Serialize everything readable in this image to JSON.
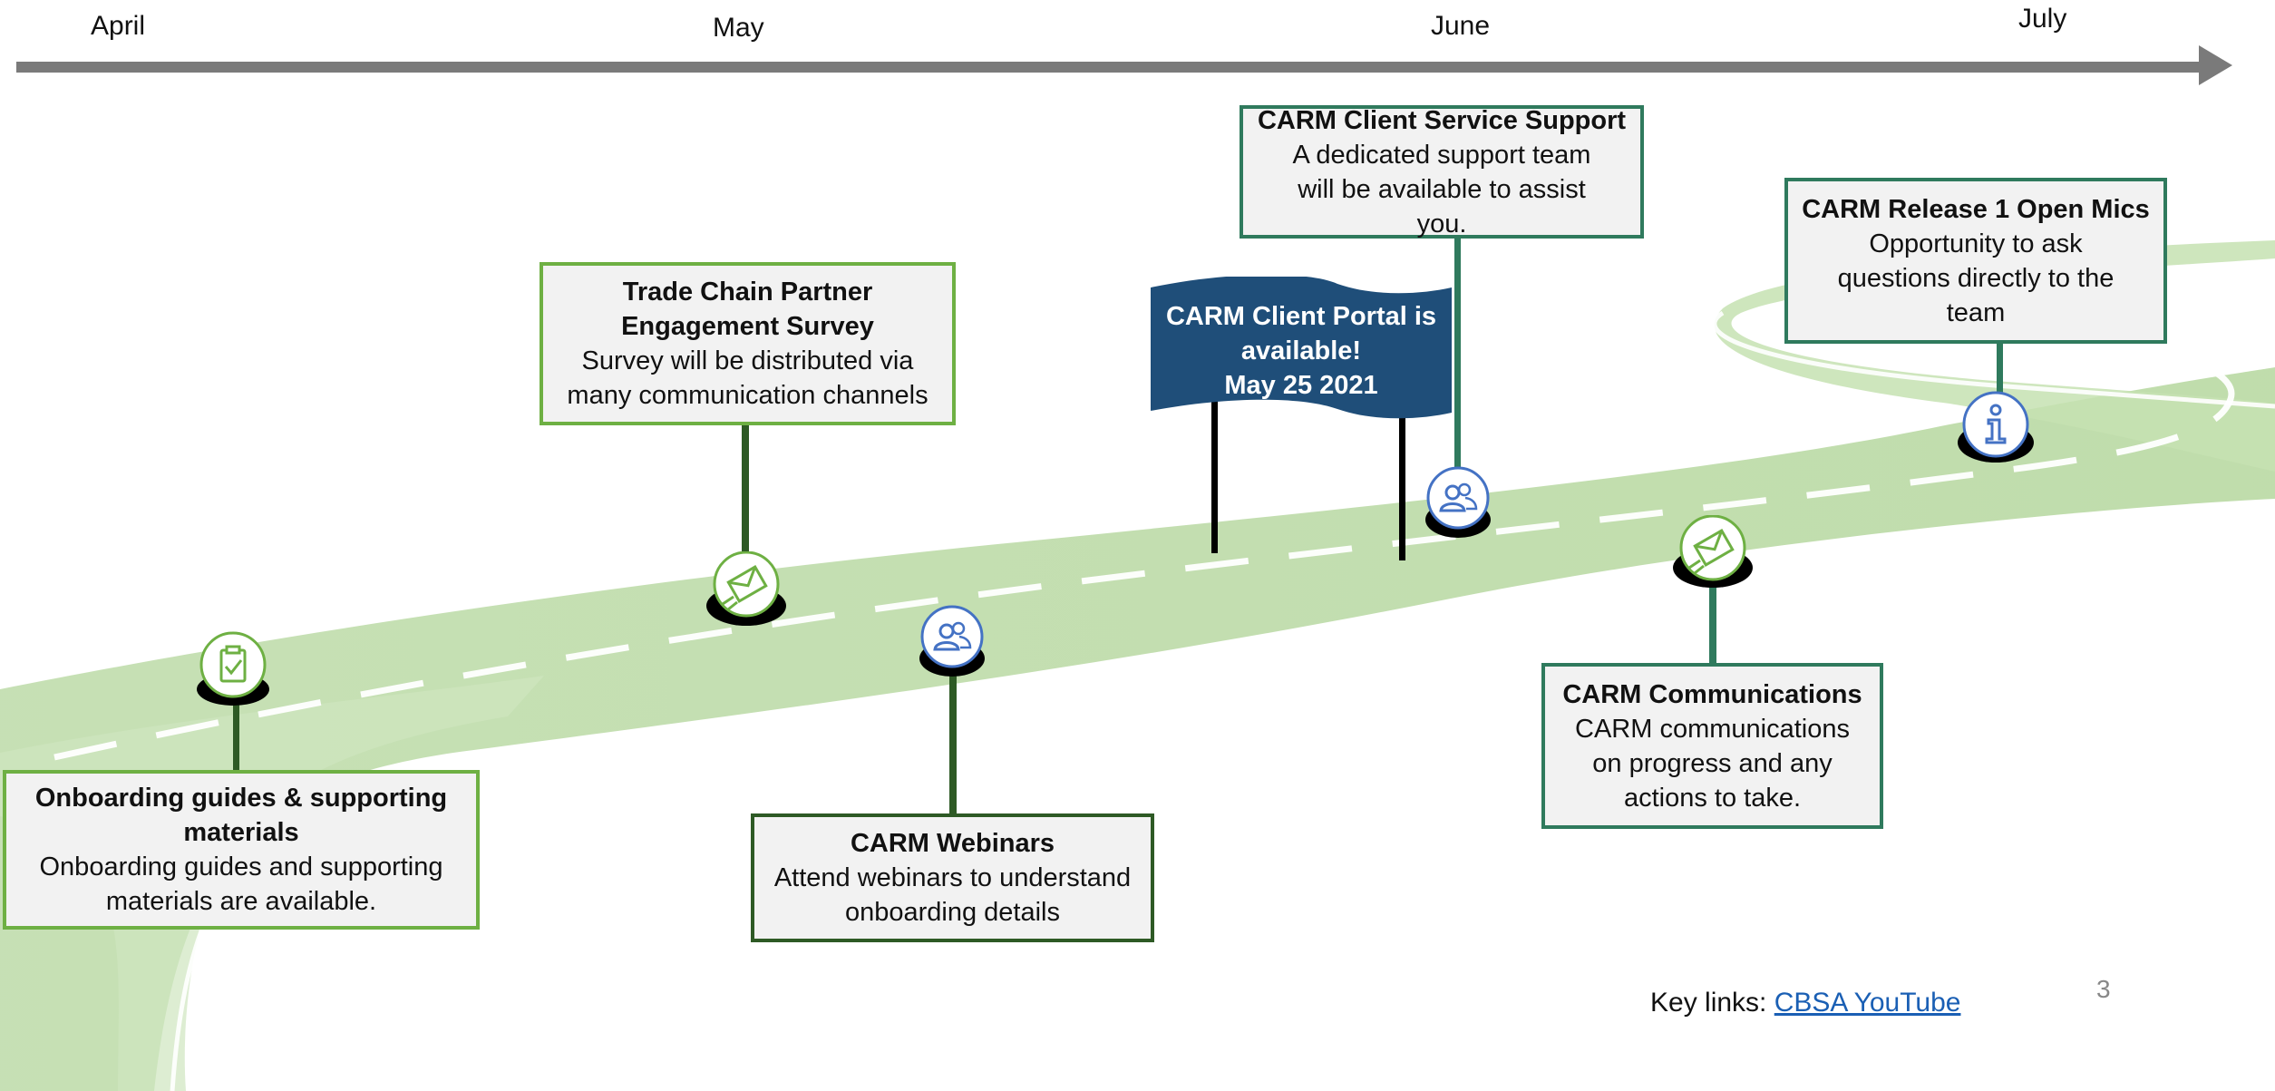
{
  "timeline": {
    "months": [
      "April",
      "May",
      "June",
      "July"
    ]
  },
  "milestones": {
    "onboarding": {
      "title": "Onboarding guides & supporting materials",
      "desc": "Onboarding guides and supporting materials are available."
    },
    "survey": {
      "title": "Trade Chain Partner Engagement Survey",
      "desc": "Survey will be distributed via many communication channels"
    },
    "webinars": {
      "title": "CARM Webinars",
      "desc": "Attend webinars to understand onboarding details"
    },
    "client_support": {
      "title": "CARM Client Service Support",
      "desc": "A dedicated support team will be available to assist you."
    },
    "communications": {
      "title": "CARM Communications",
      "desc": "CARM communications on progress and any actions to take."
    },
    "open_mics": {
      "title": "CARM Release 1 Open Mics",
      "desc": "Opportunity to ask questions directly to the team"
    }
  },
  "flag": {
    "line1": "CARM Client Portal is",
    "line2": "available!",
    "line3": "May 25 2021"
  },
  "footer": {
    "key_links_label": "Key links:",
    "key_link": "CBSA YouTube",
    "page_number": "3"
  },
  "icons": {
    "onboarding": "clipboard-check-icon",
    "survey": "mail-send-icon",
    "webinars": "people-icon",
    "client_support": "people-icon",
    "communications": "mail-send-icon",
    "open_mics": "info-icon"
  },
  "colors": {
    "road": "#c5e0b4",
    "green_border": "#6eb043",
    "dark_green_border": "#2e5a25",
    "teal_border": "#2f7a5d",
    "flag": "#1f4e79",
    "icon_green": "#6eb043",
    "icon_blue": "#4472c4",
    "arrow": "#7a7a7a"
  }
}
